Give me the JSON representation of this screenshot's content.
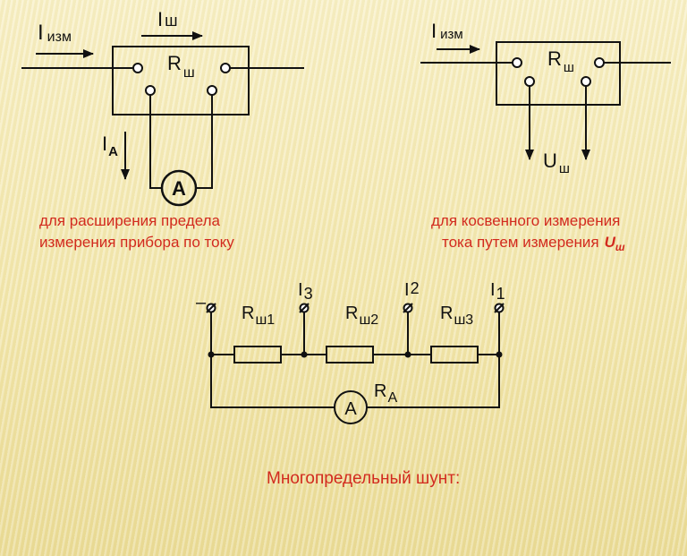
{
  "diagram_left": {
    "current_measured_label": "I",
    "current_measured_sub": "изм",
    "shunt_current_label": "I",
    "shunt_current_sub": "ш",
    "shunt_label": "R",
    "shunt_sub": "ш",
    "ammeter_current_label": "I",
    "ammeter_current_sub": "A",
    "ammeter_symbol": "A",
    "caption_line1": "для расширения предела",
    "caption_line2": "измерения прибора по току"
  },
  "diagram_right": {
    "current_measured_label": "I",
    "current_measured_sub": "изм",
    "shunt_label": "R",
    "shunt_sub": "ш",
    "voltage_label": "U",
    "voltage_sub": "ш",
    "caption_line1": "для косвенного измерения",
    "caption_line2": "тока путем измерения",
    "caption_line2_symbol": "U",
    "caption_line2_symbol_sub": "ш"
  },
  "diagram_bottom": {
    "minus_label": "–",
    "terminal_i3_label": "I",
    "terminal_i3_sub": "3",
    "terminal_i2_label": "I",
    "terminal_i2_sub": "2",
    "terminal_i1_label": "I",
    "terminal_i1_sub": "1",
    "r1_label": "R",
    "r1_sub": "ш1",
    "r2_label": "R",
    "r2_sub": "ш2",
    "r3_label": "R",
    "r3_sub": "ш3",
    "ammeter_symbol": "A",
    "ra_label": "R",
    "ra_sub": "A",
    "title": "Многопредельный шунт:"
  }
}
